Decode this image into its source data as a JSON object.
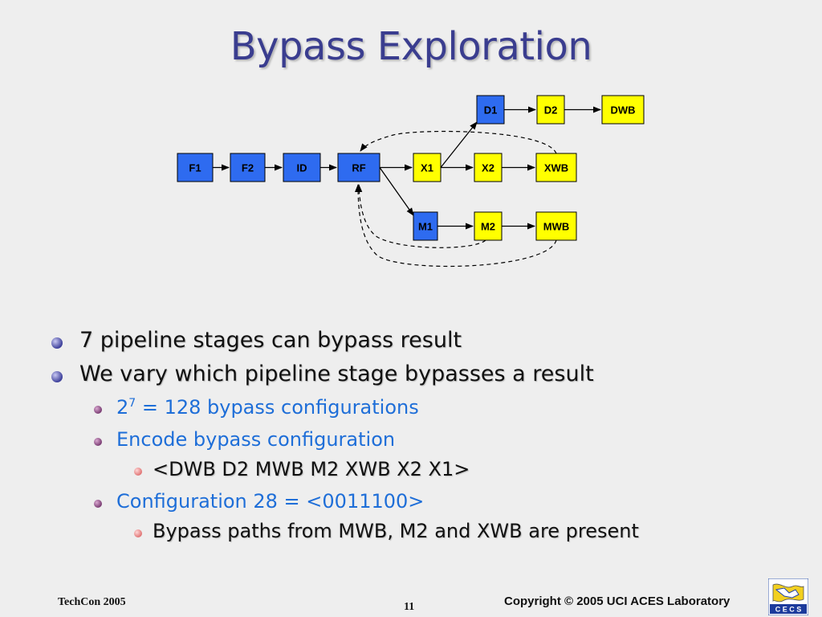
{
  "title": "Bypass Exploration",
  "diagram": {
    "colors": {
      "blue": "#2e6bf0",
      "yellow": "#ffff00",
      "border": "#000000"
    },
    "nodes": [
      {
        "id": "F1",
        "label": "F1",
        "color": "blue"
      },
      {
        "id": "F2",
        "label": "F2",
        "color": "blue"
      },
      {
        "id": "ID",
        "label": "ID",
        "color": "blue"
      },
      {
        "id": "RF",
        "label": "RF",
        "color": "blue"
      },
      {
        "id": "X1",
        "label": "X1",
        "color": "yellow"
      },
      {
        "id": "X2",
        "label": "X2",
        "color": "yellow"
      },
      {
        "id": "XWB",
        "label": "XWB",
        "color": "yellow"
      },
      {
        "id": "D1",
        "label": "D1",
        "color": "blue"
      },
      {
        "id": "D2",
        "label": "D2",
        "color": "yellow"
      },
      {
        "id": "DWB",
        "label": "DWB",
        "color": "yellow"
      },
      {
        "id": "M1",
        "label": "M1",
        "color": "blue"
      },
      {
        "id": "M2",
        "label": "M2",
        "color": "yellow"
      },
      {
        "id": "MWB",
        "label": "MWB",
        "color": "yellow"
      }
    ],
    "edges": [
      {
        "from": "F1",
        "to": "F2"
      },
      {
        "from": "F2",
        "to": "ID"
      },
      {
        "from": "ID",
        "to": "RF"
      },
      {
        "from": "RF",
        "to": "X1"
      },
      {
        "from": "X1",
        "to": "X2"
      },
      {
        "from": "X2",
        "to": "XWB"
      },
      {
        "from": "X1",
        "to": "D1"
      },
      {
        "from": "D1",
        "to": "D2"
      },
      {
        "from": "D2",
        "to": "DWB"
      },
      {
        "from": "RF",
        "to": "M1"
      },
      {
        "from": "M1",
        "to": "M2"
      },
      {
        "from": "M2",
        "to": "MWB"
      }
    ],
    "bypass_paths": [
      {
        "from": "XWB",
        "to": "RF"
      },
      {
        "from": "M2",
        "to": "RF"
      },
      {
        "from": "MWB",
        "to": "RF"
      }
    ]
  },
  "bullets": {
    "b1": "7 pipeline stages can bypass result",
    "b2": "We vary which pipeline stage bypasses a result",
    "b3_base": "2",
    "b3_sup": "7",
    "b3_rest": " = 128 bypass configurations",
    "b4": "Encode bypass configuration",
    "b5": "<DWB D2 MWB M2 XWB X2 X1>",
    "b6": "Configuration 28 = <0011100>",
    "b7": "Bypass paths from MWB, M2 and XWB are present"
  },
  "footer": {
    "left": "TechCon 2005",
    "page": "11",
    "right": "Copyright © 2005  UCI ACES Laboratory",
    "logo_text": "C E C S"
  }
}
